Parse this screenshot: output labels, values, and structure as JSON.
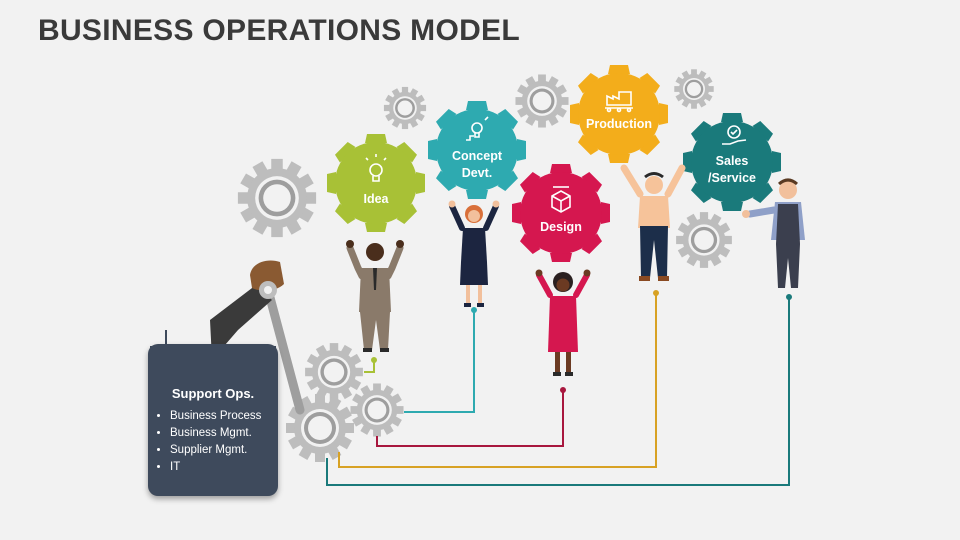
{
  "title": "BUSINESS OPERATIONS MODEL",
  "colors": {
    "idea": "#a8c136",
    "concept": "#2eaab0",
    "design": "#d5174f",
    "production": "#f3ad1b",
    "sales": "#1a7a7b",
    "panel": "#3e4a5c",
    "gray_gear": "#bdbdbd"
  },
  "gears": [
    {
      "key": "idea",
      "label": "Idea",
      "icon": "lightbulb-icon"
    },
    {
      "key": "concept",
      "label": "Concept Devt.",
      "icon": "lightbulb-stairs-icon"
    },
    {
      "key": "design",
      "label": "Design",
      "icon": "box-design-icon"
    },
    {
      "key": "production",
      "label": "Production",
      "icon": "factory-conveyor-icon"
    },
    {
      "key": "sales",
      "label": "Sales /Service",
      "icon": "hand-badge-icon"
    }
  ],
  "support": {
    "title": "Support Ops.",
    "items": [
      "Business Process",
      "Business Mgmt.",
      "Supplier Mgmt.",
      "IT"
    ]
  }
}
